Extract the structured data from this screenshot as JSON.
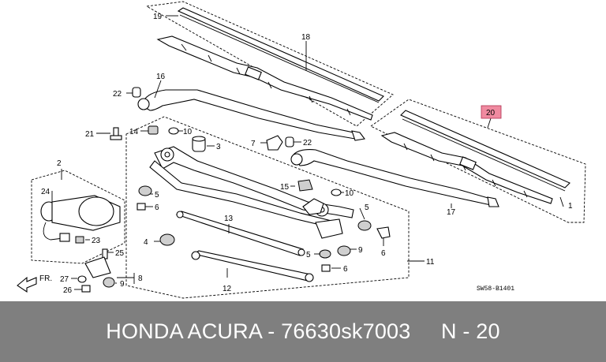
{
  "diagram": {
    "code": "SW58-B1401",
    "front_label": "FR.",
    "callouts": [
      {
        "id": "c1",
        "label": "1"
      },
      {
        "id": "c2",
        "label": "2"
      },
      {
        "id": "c3",
        "label": "3"
      },
      {
        "id": "c4",
        "label": "4"
      },
      {
        "id": "c5a",
        "label": "5"
      },
      {
        "id": "c5b",
        "label": "5"
      },
      {
        "id": "c5c",
        "label": "5"
      },
      {
        "id": "c6a",
        "label": "6"
      },
      {
        "id": "c6b",
        "label": "6"
      },
      {
        "id": "c6c",
        "label": "6"
      },
      {
        "id": "c7",
        "label": "7"
      },
      {
        "id": "c8",
        "label": "8"
      },
      {
        "id": "c9a",
        "label": "9"
      },
      {
        "id": "c9b",
        "label": "9"
      },
      {
        "id": "c10a",
        "label": "10"
      },
      {
        "id": "c10b",
        "label": "10"
      },
      {
        "id": "c11",
        "label": "11"
      },
      {
        "id": "c12",
        "label": "12"
      },
      {
        "id": "c13",
        "label": "13"
      },
      {
        "id": "c14",
        "label": "14"
      },
      {
        "id": "c15",
        "label": "15"
      },
      {
        "id": "c16",
        "label": "16"
      },
      {
        "id": "c17",
        "label": "17"
      },
      {
        "id": "c18",
        "label": "18"
      },
      {
        "id": "c19",
        "label": "19"
      },
      {
        "id": "c20",
        "label": "20",
        "highlight": true
      },
      {
        "id": "c21",
        "label": "21"
      },
      {
        "id": "c22a",
        "label": "22"
      },
      {
        "id": "c22b",
        "label": "22"
      },
      {
        "id": "c23",
        "label": "23"
      },
      {
        "id": "c24",
        "label": "24"
      },
      {
        "id": "c25",
        "label": "25"
      },
      {
        "id": "c26",
        "label": "26"
      },
      {
        "id": "c27",
        "label": "27"
      }
    ]
  },
  "footer": {
    "text": "HONDA ACURA - 76630sk7003     N - 20",
    "background": "#7f7f7f",
    "color": "#ffffff"
  },
  "colors": {
    "highlight": "#f08aa0"
  }
}
